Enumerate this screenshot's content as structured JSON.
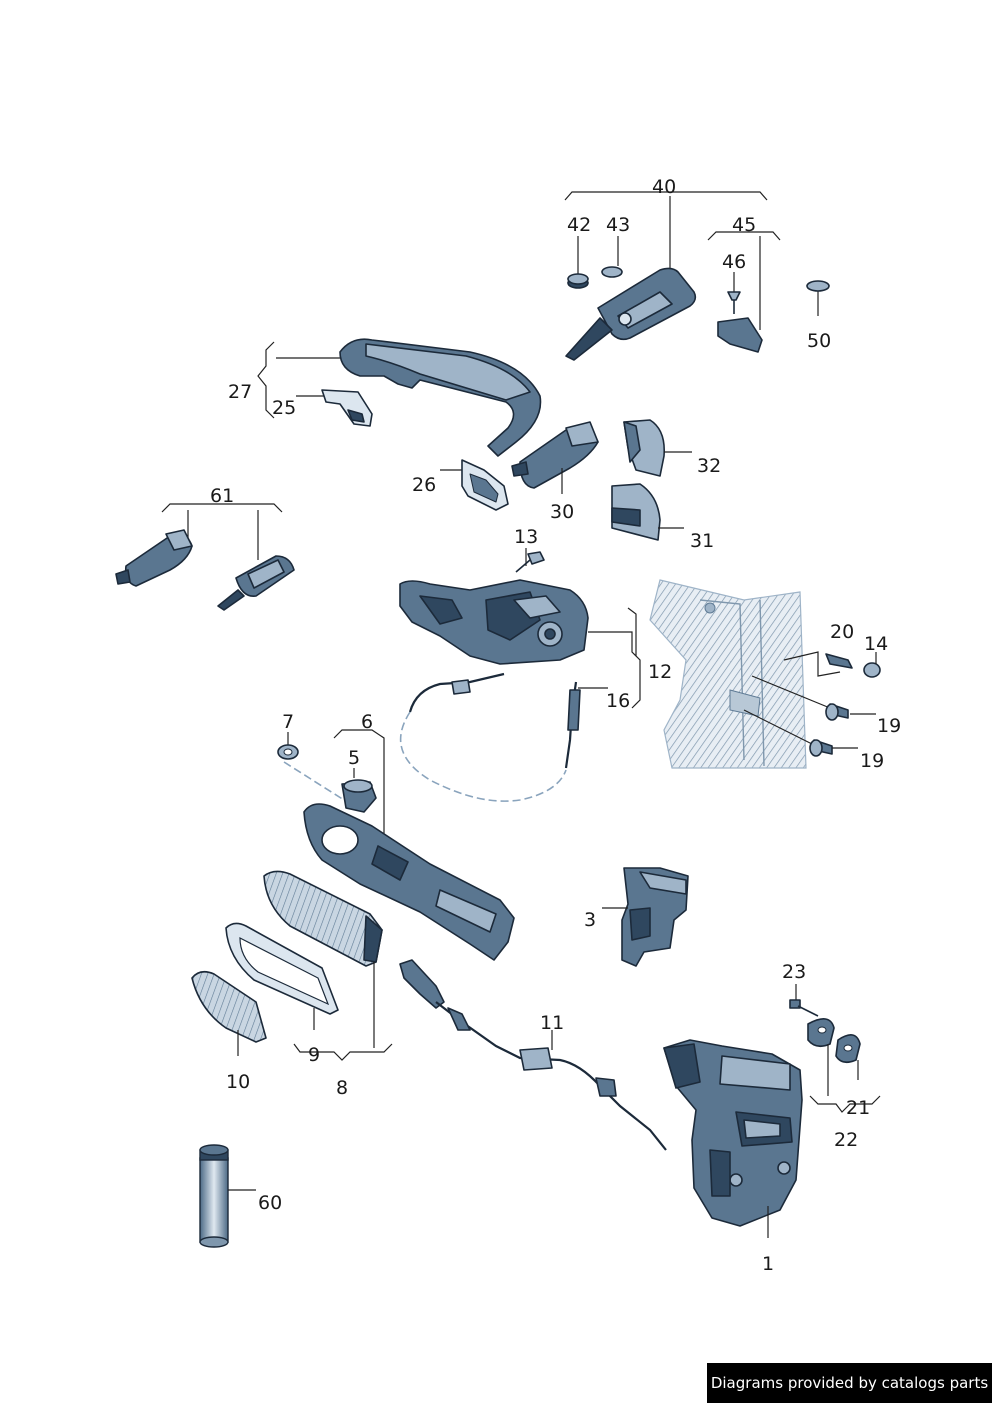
{
  "labels": {
    "p1": "1",
    "p3": "3",
    "p5": "5",
    "p6": "6",
    "p7": "7",
    "p8": "8",
    "p9": "9",
    "p10": "10",
    "p11": "11",
    "p12": "12",
    "p13": "13",
    "p14": "14",
    "p16": "16",
    "p19a": "19",
    "p19b": "19",
    "p20": "20",
    "p21": "21",
    "p22": "22",
    "p23": "23",
    "p25": "25",
    "p26": "26",
    "p27": "27",
    "p30": "30",
    "p31": "31",
    "p32": "32",
    "p40": "40",
    "p42": "42",
    "p43": "43",
    "p45": "45",
    "p46": "46",
    "p50": "50",
    "p60": "60",
    "p61": "61"
  },
  "watermark": "Diagrams provided by catalogs parts",
  "colors": {
    "part_fill": "#5a7690",
    "part_light": "#9fb4c8",
    "part_dark": "#2f475f",
    "outline": "#1c2a3a",
    "background": "#ffffff",
    "watermark_bg": "#000000"
  }
}
